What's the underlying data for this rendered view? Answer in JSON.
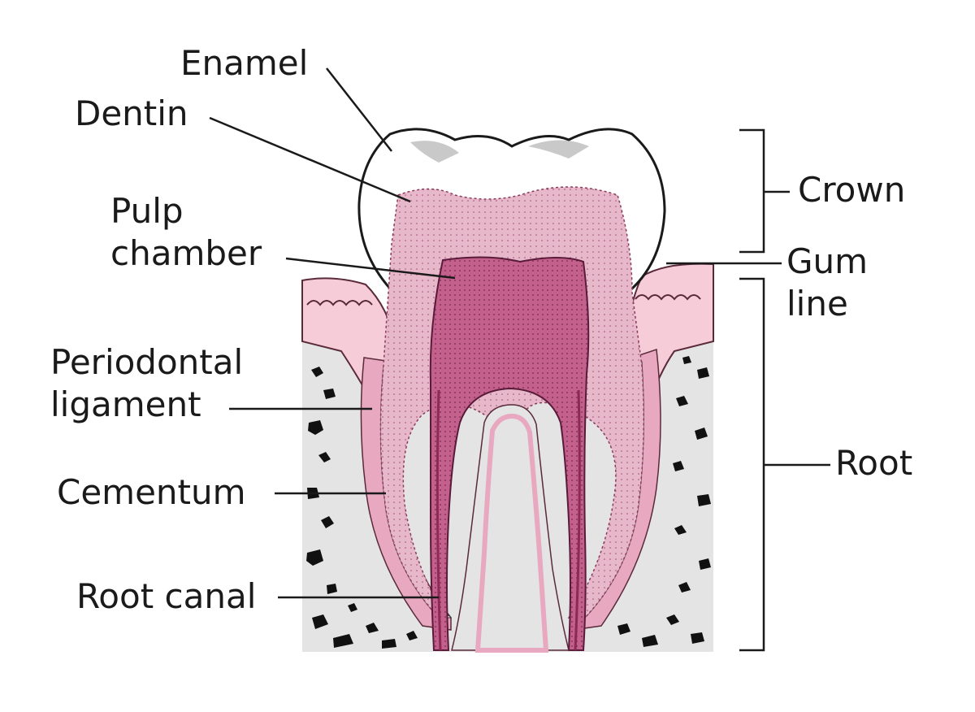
{
  "labels": {
    "enamel": "Enamel",
    "dentin": "Dentin",
    "pulp_chamber": [
      "Pulp",
      "chamber"
    ],
    "periodontal_ligament": [
      "Periodontal",
      "ligament"
    ],
    "cementum": "Cementum",
    "root_canal": "Root canal",
    "crown": "Crown",
    "gum_line": [
      "Gum",
      "line"
    ],
    "root": "Root"
  },
  "colors": {
    "gum": "#f6ccd9",
    "gum_outline": "#5a2a3a",
    "bone": "#e4e4e4",
    "bone_spots": "#111111",
    "ligament": "#e8a9c0",
    "cementum": "#f4e2e8",
    "dentin": "#e7b8c9",
    "pulp": "#c3608c",
    "enamel": "#ffffff",
    "outline": "#1a1a1a",
    "text": "#1a1a1a"
  }
}
